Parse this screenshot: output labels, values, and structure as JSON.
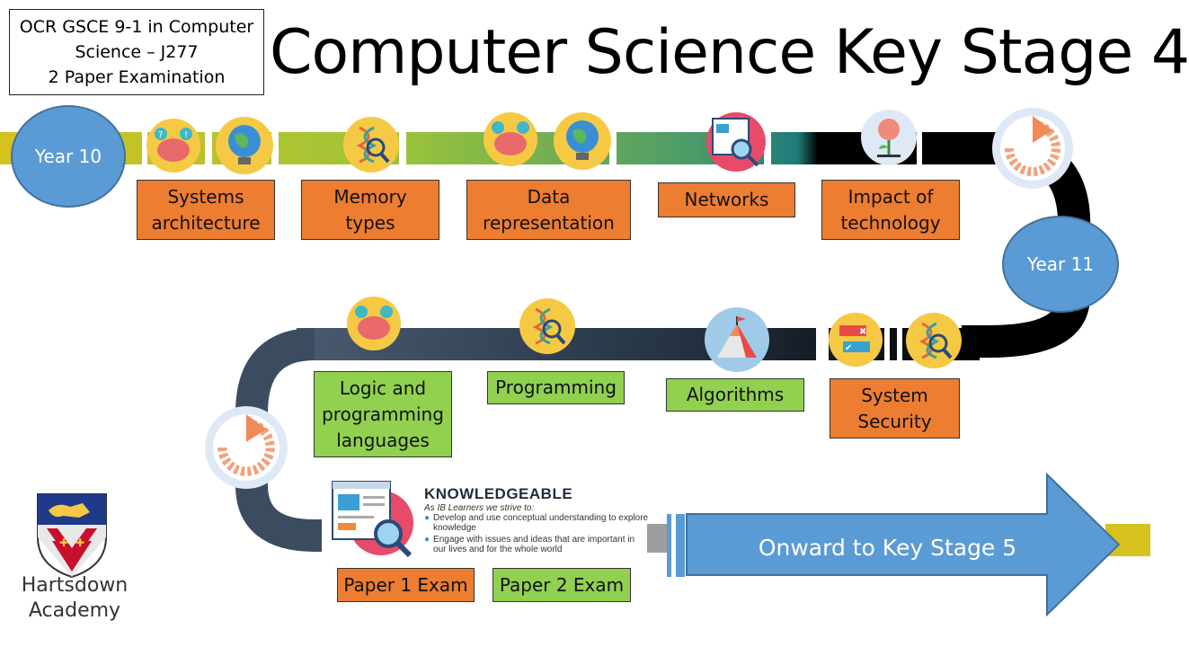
{
  "exam_box": {
    "lines": [
      "OCR GSCE 9-1 in Computer",
      "Science – J277",
      "2 Paper Examination"
    ]
  },
  "title": "Computer Science Key Stage 4",
  "years": {
    "year10": "Year 10",
    "year11": "Year 11"
  },
  "topics_year10": [
    {
      "label": "Systems\narchitecture",
      "color": "orange"
    },
    {
      "label": "Memory\ntypes",
      "color": "orange"
    },
    {
      "label": "Data\nrepresentation",
      "color": "orange"
    },
    {
      "label": "Networks",
      "color": "orange"
    },
    {
      "label": "Impact of\ntechnology",
      "color": "orange"
    }
  ],
  "topics_year11": [
    {
      "label": "Logic and\nprogramming\nlanguages",
      "color": "green"
    },
    {
      "label": "Programming",
      "color": "green"
    },
    {
      "label": "Algorithms",
      "color": "green"
    },
    {
      "label": "System\nSecurity",
      "color": "orange"
    }
  ],
  "exams": {
    "paper1": "Paper 1 Exam",
    "paper2": "Paper 2 Exam"
  },
  "knowledgeable": {
    "title": "KNOWLEDGEABLE",
    "subtitle": "As IB Learners we strive to:",
    "items": [
      "Develop and use conceptual understanding to explore knowledge",
      "Engage with issues and ideas that are important in our lives and for the whole world"
    ]
  },
  "onward": "Onward to Key Stage 5",
  "school": {
    "line1": "Hartsdown",
    "line2": "Academy"
  },
  "colors": {
    "orange": "#ed7d31",
    "green": "#92d050",
    "blue": "#5b9bd5",
    "road_dark": "#2b3d4f"
  }
}
